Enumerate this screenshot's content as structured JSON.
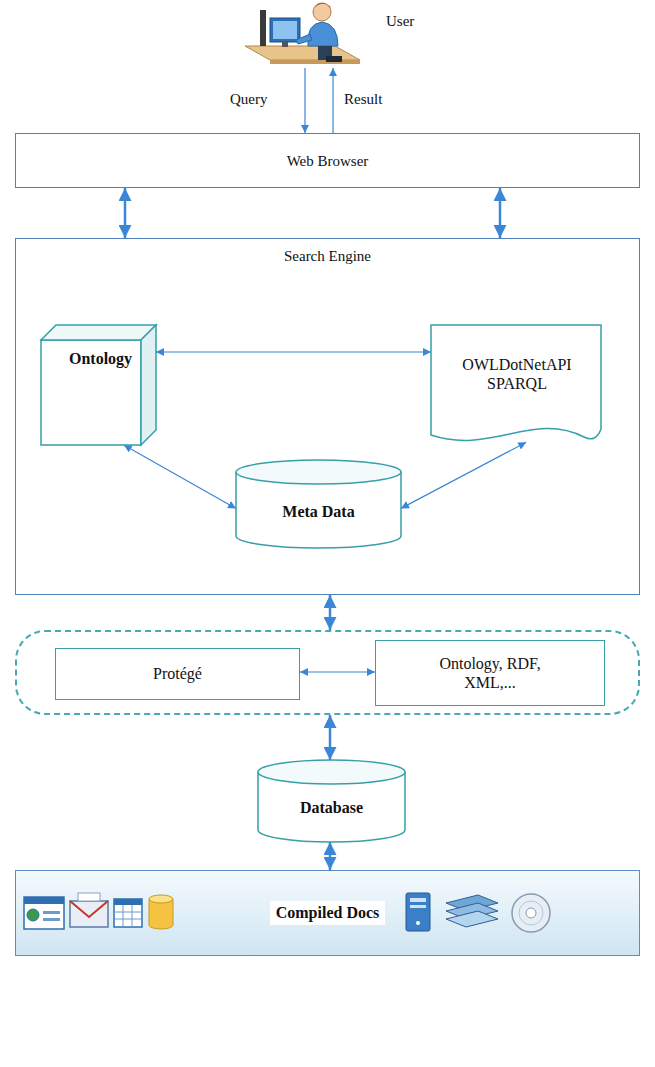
{
  "diagram": {
    "nodes": [
      {
        "text": [
          "User"
        ]
      },
      {
        "text": [
          "Web Browser"
        ]
      },
      {
        "text": [
          "Search Engine"
        ]
      },
      {
        "text": [
          "Ontology"
        ],
        "in": 2
      },
      {
        "text": [
          "OWLDotNetAPI SPARQL"
        ],
        "in": 2
      },
      {
        "text": [
          "Meta Data"
        ],
        "in": 2
      },
      {
        "text": []
      },
      {
        "text": [
          "Protégé"
        ],
        "in": 6
      },
      {
        "text": [
          "Ontology, RDF, XML,..."
        ],
        "in": 6
      },
      {
        "text": [
          "Database"
        ]
      },
      {
        "text": [
          "Compiled Docs"
        ]
      }
    ],
    "edges": [
      {
        "from": 0,
        "to": 1,
        "label": "Query",
        "arrow": "to"
      },
      {
        "from": 1,
        "to": 0,
        "label": "Result",
        "arrow": "to"
      },
      {
        "from": 1,
        "to": 2,
        "arrow": "both"
      },
      {
        "from": 1,
        "to": 2,
        "arrow": "both"
      },
      {
        "from": 3,
        "to": 4,
        "arrow": "both"
      },
      {
        "from": 3,
        "to": 5,
        "arrow": "both"
      },
      {
        "from": 5,
        "to": 4,
        "arrow": "both"
      },
      {
        "from": 2,
        "to": 6,
        "arrow": "both"
      },
      {
        "from": 7,
        "to": 8,
        "arrow": "both"
      },
      {
        "from": 6,
        "to": 9,
        "arrow": "both"
      },
      {
        "from": 9,
        "to": 10,
        "arrow": "both"
      }
    ]
  }
}
